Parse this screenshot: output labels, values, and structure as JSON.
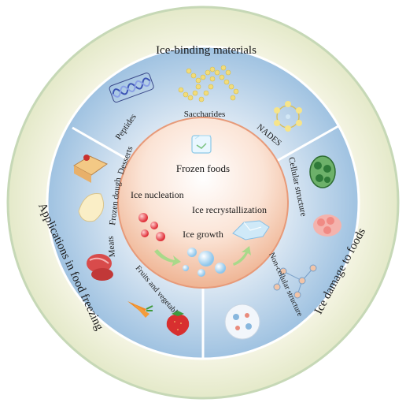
{
  "outer_ring": {
    "top_title": "Ice-binding materials",
    "right_title": "Ice damage to foods",
    "left_title": "Applications in food freezing"
  },
  "top_sector": {
    "labels": {
      "peptides": "Peptides",
      "saccharides": "Saccharides",
      "nades": "NADES"
    }
  },
  "right_sector": {
    "labels": {
      "cellular": "Cellular structure",
      "noncellular": "Non-cellular structure"
    }
  },
  "left_sector": {
    "labels": {
      "desserts": "Desserts",
      "frozen_dough": "Frozen dough",
      "meats": "Meats",
      "fruits_vegetables": "Fruits and vegetables"
    }
  },
  "center": {
    "title": "Frozen foods",
    "ice_nucleation": "Ice nucleation",
    "ice_recrystallization": "Ice recrystallization",
    "ice_growth": "Ice growth"
  },
  "colors": {
    "outer_ring": "#eef0d8",
    "outer_ring_edge": "#c8d8b8",
    "sector_blue": "#b9d4ea",
    "center_warm": "#f1c2a4",
    "divider": "#ffffff"
  }
}
